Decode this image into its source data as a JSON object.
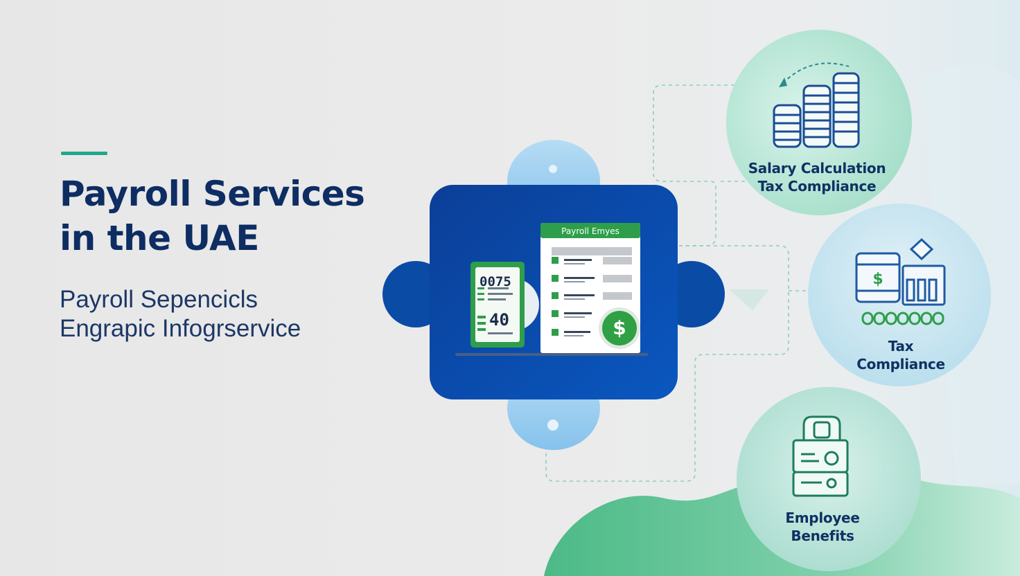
{
  "header": {
    "title_line1": "Payroll Services",
    "title_line2": "in the UAE",
    "subtitle_line1": "Payroll Sepencicls",
    "subtitle_line2": "Engrapic Infogrservice"
  },
  "center_graphic": {
    "document_title": "Payroll Emyes",
    "card_top_number": "0075",
    "card_bottom_number": "40",
    "dollar_symbol": "$"
  },
  "circles": [
    {
      "icon": "coin-stacks-icon",
      "line1": "Salary Calculation",
      "line2": "Tax Compliance"
    },
    {
      "icon": "tax-building-icon",
      "line1": "Tax",
      "line2": "Compliance"
    },
    {
      "icon": "benefits-document-icon",
      "line1": "Employee",
      "line2": "Benefits"
    }
  ],
  "colors": {
    "navy": "#0d2d63",
    "royal_blue": "#0b4aa5",
    "light_blue": "#9fd0f0",
    "teal_accent": "#22a68a",
    "green": "#2e9e4a",
    "mint": "#a8e2cf"
  }
}
